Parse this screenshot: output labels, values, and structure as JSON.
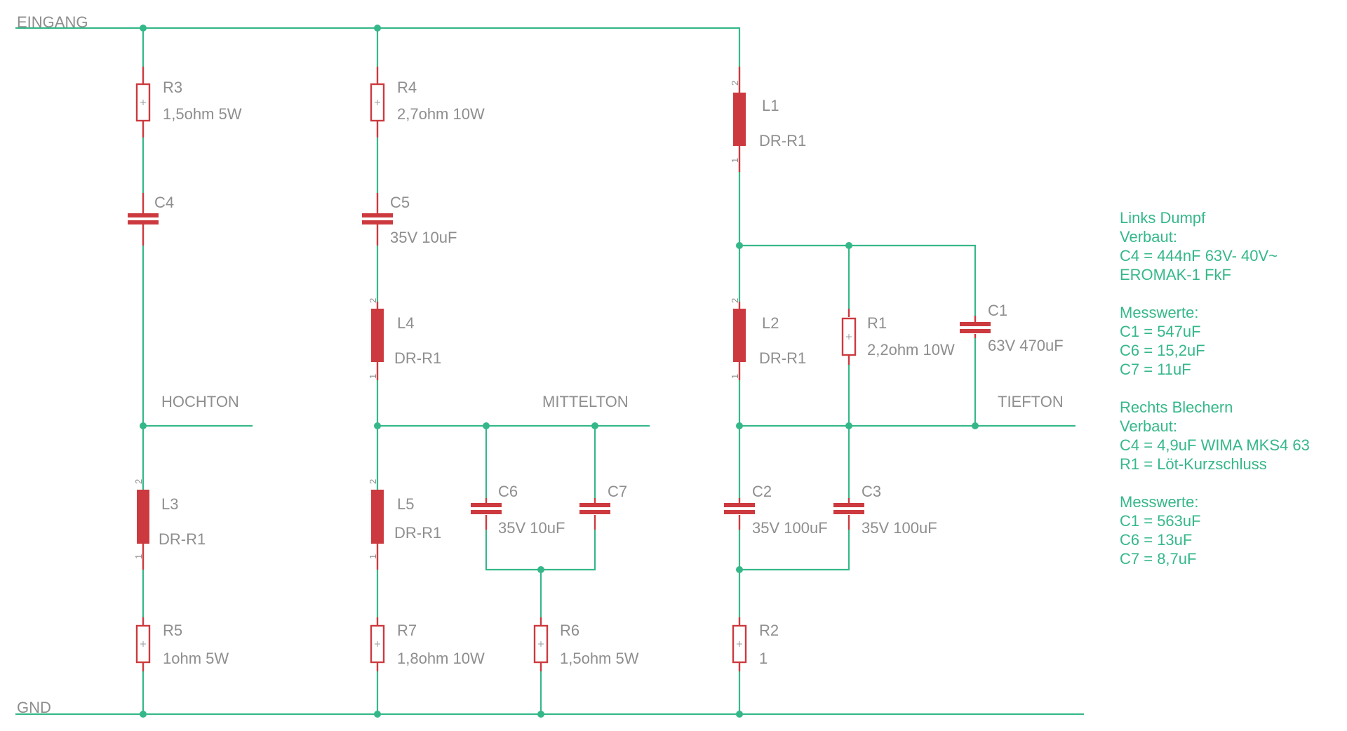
{
  "nets": {
    "input": "EINGANG",
    "ground": "GND",
    "tweeter": "HOCHTON",
    "midrange": "MITTELTON",
    "woofer": "TIEFTON"
  },
  "components": {
    "R3": {
      "name": "R3",
      "value": "1,5ohm 5W"
    },
    "R4": {
      "name": "R4",
      "value": "2,7ohm 10W"
    },
    "L1": {
      "name": "L1",
      "value": "DR-R1"
    },
    "C4": {
      "name": "C4",
      "value": ""
    },
    "C5": {
      "name": "C5",
      "value": "35V 10uF"
    },
    "L4": {
      "name": "L4",
      "value": "DR-R1"
    },
    "L2": {
      "name": "L2",
      "value": "DR-R1"
    },
    "R1": {
      "name": "R1",
      "value": "2,2ohm 10W"
    },
    "C1": {
      "name": "C1",
      "value": "63V 470uF"
    },
    "L3": {
      "name": "L3",
      "value": "DR-R1"
    },
    "L5": {
      "name": "L5",
      "value": "DR-R1"
    },
    "C6": {
      "name": "C6",
      "value": "35V 10uF"
    },
    "C7": {
      "name": "C7",
      "value": ""
    },
    "C2": {
      "name": "C2",
      "value": "35V 100uF"
    },
    "C3": {
      "name": "C3",
      "value": "35V 100uF"
    },
    "R5": {
      "name": "R5",
      "value": "1ohm 5W"
    },
    "R7": {
      "name": "R7",
      "value": "1,8ohm 10W"
    },
    "R6": {
      "name": "R6",
      "value": "1,5ohm 5W"
    },
    "R2": {
      "name": "R2",
      "value": "1"
    }
  },
  "pins": {
    "one": "1",
    "two": "2"
  },
  "notes": [
    "Links Dumpf",
    "Verbaut:",
    "C4 = 444nF 63V- 40V~",
    "EROMAK-1 FkF",
    "",
    "Messwerte:",
    "C1 = 547uF",
    "C6 = 15,2uF",
    "C7 = 11uF",
    "",
    "Rechts Blechern",
    "Verbaut:",
    "C4 = 4,9uF WIMA MKS4 63",
    "R1 = Löt-Kurzschluss",
    "",
    "Messwerte:",
    "C1 = 563uF",
    "C6 = 13uF",
    "C7 = 8,7uF"
  ],
  "colors": {
    "wire": "#35b889",
    "component": "#cc3a3f",
    "label": "#8e8e8e",
    "note": "#35b889"
  }
}
